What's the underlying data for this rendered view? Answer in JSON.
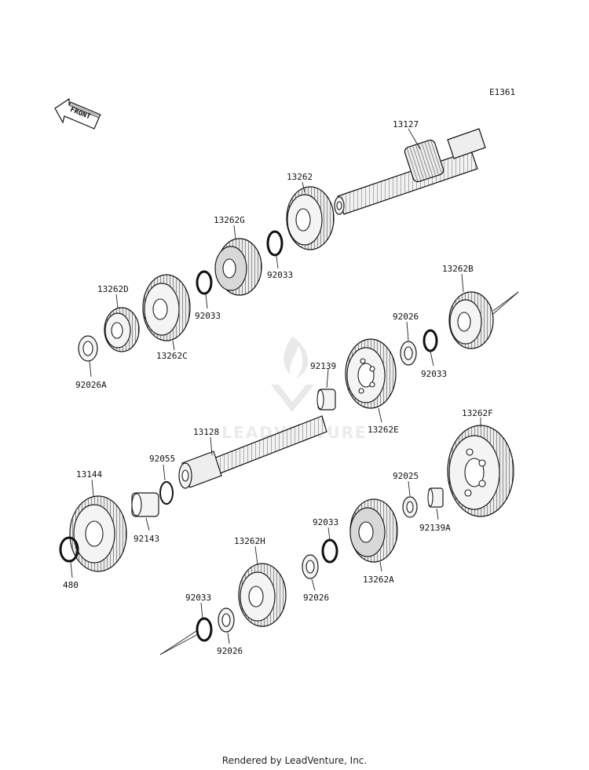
{
  "diagram_code": "E1361",
  "front_label": "FRONT",
  "watermark": "LEADVENTURE",
  "footer": "Rendered by LeadVenture, Inc.",
  "parts": {
    "p13127": "13127",
    "p13262": "13262",
    "p13262G": "13262G",
    "p92033_a": "92033",
    "p92033_b": "92033",
    "p13262D": "13262D",
    "p13262C": "13262C",
    "p92026A": "92026A",
    "p13262B": "13262B",
    "p92026_a": "92026",
    "p92033_c": "92033",
    "p92139": "92139",
    "p13262E": "13262E",
    "p13128": "13128",
    "p92055": "92055",
    "p13144": "13144",
    "p92143": "92143",
    "p480": "480",
    "p13262F": "13262F",
    "p92025": "92025",
    "p92139A": "92139A",
    "p92033_d": "92033",
    "p13262A": "13262A",
    "p13262H": "13262H",
    "p92026_b": "92026",
    "p92033_e": "92033",
    "p92026_c": "92026"
  }
}
